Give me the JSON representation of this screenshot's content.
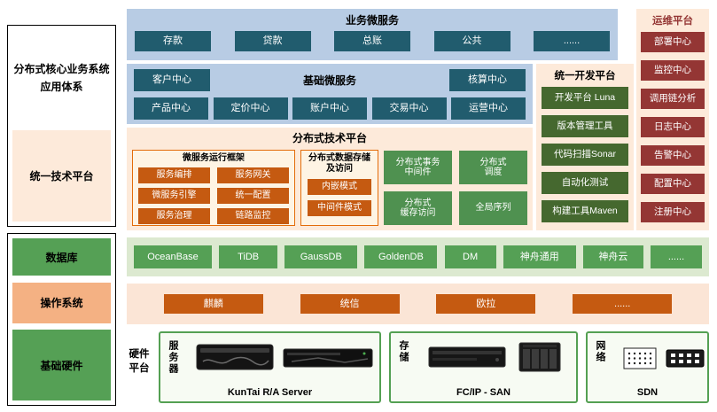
{
  "left_column": {
    "app_system": "分布式核心业务系统\n应用体系",
    "tech_platform": "统一技术平台",
    "database": "数据库",
    "operating_system": "操作系统",
    "base_hardware": "基础硬件"
  },
  "business_microservices": {
    "title": "业务微服务",
    "items": [
      "存款",
      "贷款",
      "总账",
      "公共",
      "......"
    ]
  },
  "basic_microservices": {
    "title": "基础微服务",
    "row1": [
      "客户中心",
      "核算中心"
    ],
    "row2": [
      "产品中心",
      "定价中心",
      "账户中心",
      "交易中心",
      "运营中心"
    ]
  },
  "distributed_tech_platform": {
    "title": "分布式技术平台",
    "runtime_framework": {
      "title": "微服务运行框架",
      "items": [
        "服务编排",
        "服务网关",
        "微服务引擎",
        "统一配置",
        "服务治理",
        "链路监控"
      ]
    },
    "data_storage": {
      "title": "分布式数据存储\n及访问",
      "items": [
        "内嵌模式",
        "中间件模式"
      ]
    },
    "capabilities": [
      "分布式事务\n中间件",
      "分布式\n调度",
      "分布式\n缓存访问",
      "全局序列"
    ]
  },
  "dev_platform": {
    "title": "统一开发平台",
    "items": [
      "开发平台 Luna",
      "版本管理工具",
      "代码扫描Sonar",
      "自动化测试",
      "构建工具Maven"
    ]
  },
  "ops_platform": {
    "title": "运维平台",
    "items": [
      "部署中心",
      "监控中心",
      "调用链分析",
      "日志中心",
      "告警中心",
      "配置中心",
      "注册中心"
    ]
  },
  "database_row": [
    "OceanBase",
    "TiDB",
    "GaussDB",
    "GoldenDB",
    "DM",
    "神舟通用",
    "神舟云",
    "......"
  ],
  "os_row": [
    "麒麟",
    "统信",
    "欧拉",
    "......"
  ],
  "hardware_platform": {
    "label": "硬件平台",
    "server": {
      "label": "服务器",
      "caption": "KunTai R/A Server"
    },
    "storage": {
      "label": "存储",
      "caption": "FC/IP - SAN"
    },
    "network": {
      "label": "网络",
      "caption": "SDN"
    }
  },
  "colors": {
    "panel_blue": "#b8cce4",
    "panel_cream": "#fdeada",
    "dark_blue_box": "#215c6e",
    "dark_green_box": "#45682f",
    "dark_red_box": "#943634",
    "orange_box": "#c55a11",
    "green_box": "#55a055",
    "tech_green_box": "#4f9150",
    "db_row_bg": "#dce9d0",
    "os_row_bg": "#fbe5d6",
    "salmon_label": "#f4b183",
    "hw_border_green": "#54a053",
    "sub_box_border": "#e36c09"
  }
}
